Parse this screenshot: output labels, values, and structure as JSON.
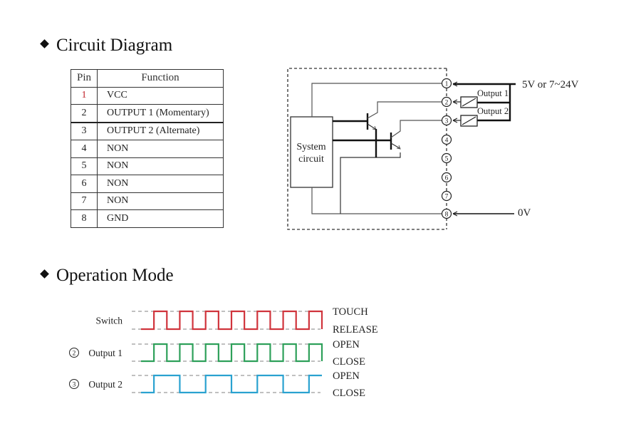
{
  "sections": {
    "circuit_title": "Circuit Diagram",
    "operation_title": "Operation Mode"
  },
  "pin_table": {
    "headers": {
      "pin": "Pin",
      "function": "Function"
    },
    "rows": [
      {
        "pin": "1",
        "function": "VCC",
        "highlight": true
      },
      {
        "pin": "2",
        "function": "OUTPUT 1 (Momentary)"
      },
      {
        "pin": "3",
        "function": "OUTPUT 2 (Alternate)"
      },
      {
        "pin": "4",
        "function": "NON"
      },
      {
        "pin": "5",
        "function": "NON"
      },
      {
        "pin": "6",
        "function": "NON"
      },
      {
        "pin": "7",
        "function": "NON"
      },
      {
        "pin": "8",
        "function": "GND"
      }
    ]
  },
  "circuit": {
    "system_block_label": [
      "System",
      "circuit"
    ],
    "terminals": [
      "1",
      "2",
      "3",
      "4",
      "5",
      "6",
      "7",
      "8"
    ],
    "supply_label": "5V or 7~24V",
    "ground_label": "0V",
    "load_labels": [
      "Output 1",
      "Output 2"
    ]
  },
  "operation": {
    "colors": {
      "switch": "#d0343c",
      "output1": "#2ea05a",
      "output2": "#2aa2d0",
      "guide": "#9a9a9a"
    },
    "signals": [
      {
        "id": "switch",
        "label": "Switch",
        "pin_marker": "",
        "high_label": "TOUCH",
        "low_label": "RELEASE",
        "states": [
          0,
          1,
          0,
          1,
          0,
          1,
          0,
          1,
          0,
          1,
          0,
          1,
          0,
          1,
          0
        ]
      },
      {
        "id": "output1",
        "label": "Output 1",
        "pin_marker": "2",
        "high_label": "OPEN",
        "low_label": "CLOSE",
        "states": [
          0,
          1,
          0,
          1,
          0,
          1,
          0,
          1,
          0,
          1,
          0,
          1,
          0,
          1,
          0
        ]
      },
      {
        "id": "output2",
        "label": "Output 2",
        "pin_marker": "3",
        "high_label": "OPEN",
        "low_label": "CLOSE",
        "states": [
          0,
          1,
          1,
          0,
          0,
          1,
          1,
          0,
          0,
          1,
          1,
          0,
          0,
          1,
          1
        ]
      }
    ]
  }
}
